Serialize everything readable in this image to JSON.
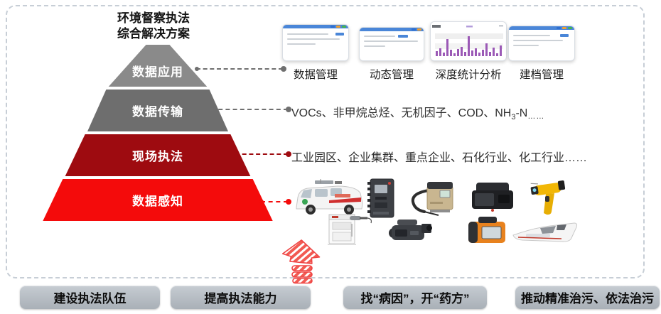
{
  "header": {
    "title_line1": "环境督察执法",
    "title_line2": "综合解决方案"
  },
  "pyramid": {
    "levels": [
      {
        "label": "数据应用",
        "color": "#8a8a8a"
      },
      {
        "label": "数据传输",
        "color": "#6e6e6e"
      },
      {
        "label": "现场执法",
        "color": "#9e0b10"
      },
      {
        "label": "数据感知",
        "color": "#f40b0b"
      }
    ]
  },
  "data_application_row": {
    "items": [
      {
        "label": "数据管理"
      },
      {
        "label": "动态管理"
      },
      {
        "label": "深度统计分析"
      },
      {
        "label": "建档管理"
      }
    ]
  },
  "data_transmission_row": {
    "text_prefix": "VOCs、非甲烷总烃、无机因子、COD、NH",
    "subscript": "3",
    "text_suffix": "-N",
    "ellipsis": "……"
  },
  "field_enforcement_row": {
    "text": "工业园区、企业集群、重点企业、石化行业、化工行业……"
  },
  "data_perception_row": {
    "devices": [
      "monitoring-van",
      "equipment-cabinet",
      "handheld-probe",
      "wall-mounted-monitor",
      "portable-camera",
      "portable-gas-analyzer",
      "sampler-box",
      "flue-gas-analyzer",
      "handheld-laser-detector",
      "unmanned-boat"
    ]
  },
  "bottom_buttons": [
    {
      "label": "建设执法队伍"
    },
    {
      "label": "提高执法能力"
    },
    {
      "label": "找“病因”，开“药方”"
    },
    {
      "label": "推动精准治污、依法治污"
    }
  ],
  "colors": {
    "pyramid_gray_light": "#8a8a8a",
    "pyramid_gray_dark": "#6e6e6e",
    "pyramid_red_dark": "#9e0b10",
    "pyramid_red_bright": "#f40b0b",
    "button_gray": "#b3b9bf",
    "thumbnail_header_blue": "#4a86d8",
    "chart_bar_purple": "#9b59b6",
    "sketch_arrow_red": "#f25a52"
  }
}
